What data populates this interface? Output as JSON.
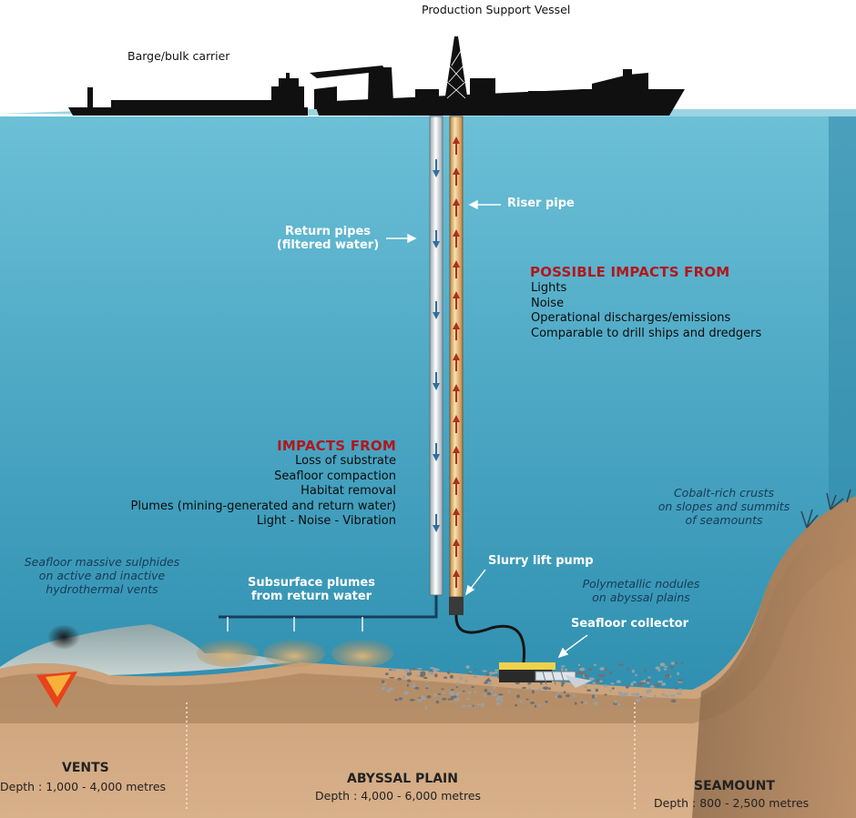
{
  "labels": {
    "production_vessel": "Production Support Vessel",
    "barge": "Barge/bulk carrier",
    "riser_pipe": "Riser pipe",
    "return_pipes": [
      "Return pipes",
      "(filtered water)"
    ],
    "slurry_pump": "Slurry lift pump",
    "seafloor_collector": "Seafloor collector",
    "subsurface_plumes": [
      "Subsurface plumes",
      "from return water"
    ]
  },
  "possible_impacts": {
    "heading": "POSSIBLE IMPACTS FROM",
    "items": [
      "Lights",
      "Noise",
      "Operational discharges/emissions",
      "Comparable to drill ships and dredgers"
    ]
  },
  "impacts": {
    "heading": "IMPACTS FROM",
    "items": [
      "Loss of substrate",
      "Seafloor compaction",
      "Habitat removal",
      "Plumes (mining-generated and return water)",
      "Light - Noise - Vibration"
    ]
  },
  "resources": {
    "sulphides": [
      "Seafloor massive sulphides",
      "on active and inactive",
      "hydrothermal vents"
    ],
    "nodules": [
      "Polymetallic nodules",
      "on abyssal plains"
    ],
    "crusts": [
      "Cobalt-rich crusts",
      "on slopes and summits",
      "of seamounts"
    ]
  },
  "zones": [
    {
      "name": "VENTS",
      "depth": "Depth : 1,000 - 4,000 metres"
    },
    {
      "name": "ABYSSAL PLAIN",
      "depth": "Depth : 4,000 - 6,000 metres"
    },
    {
      "name": "SEAMOUNT",
      "depth": "Depth : 800 - 2,500 metres"
    }
  ],
  "colors": {
    "sea": "#55b0c9",
    "sediment": "#b48962",
    "heading_red": "#b3161c",
    "riser_arrow": "#a8321c",
    "return_arrow": "#2f6e9e"
  }
}
